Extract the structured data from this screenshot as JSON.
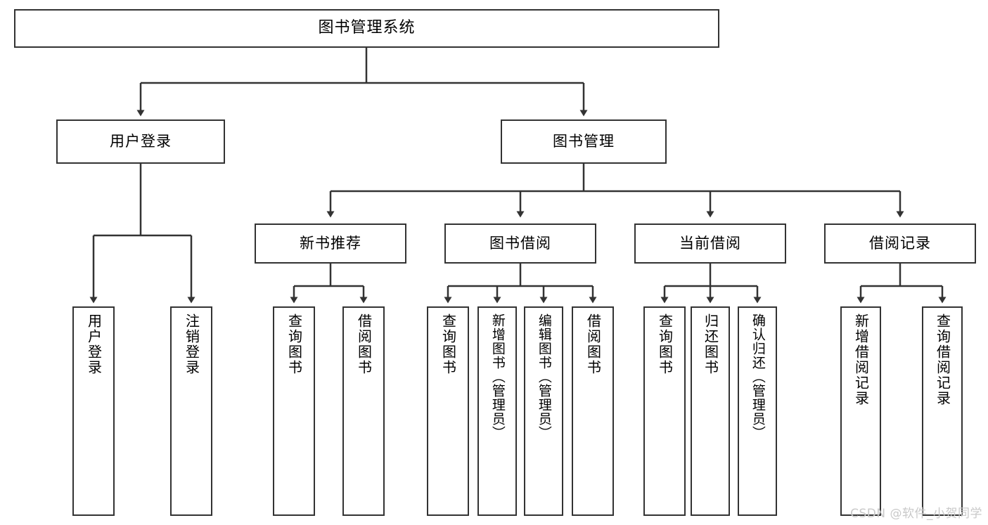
{
  "diagram": {
    "type": "tree-hierarchy-diagram",
    "root": {
      "label": "图书管理系统"
    },
    "level1": [
      {
        "label": "用户登录"
      },
      {
        "label": "图书管理"
      }
    ],
    "level2": [
      {
        "label": "新书推荐"
      },
      {
        "label": "图书借阅"
      },
      {
        "label": "当前借阅"
      },
      {
        "label": "借阅记录"
      }
    ],
    "leaves_user_login": [
      {
        "label": "用户登录"
      },
      {
        "label": "注销登录"
      }
    ],
    "leaves_new_book": [
      {
        "label": "查询图书"
      },
      {
        "label": "借阅图书"
      }
    ],
    "leaves_borrow": [
      {
        "label": "查询图书"
      },
      {
        "label": "新增图书（管理员）"
      },
      {
        "label": "编辑图书（管理员）"
      },
      {
        "label": "借阅图书"
      }
    ],
    "leaves_current": [
      {
        "label": "查询图书"
      },
      {
        "label": "归还图书"
      },
      {
        "label": "确认归还（管理员）"
      }
    ],
    "leaves_records": [
      {
        "label": "新增借阅记录"
      },
      {
        "label": "查询借阅记录"
      }
    ]
  },
  "watermark": {
    "text": "CSDN @软件_小贺同学"
  },
  "colors": {
    "border": "#333333",
    "background": "#ffffff",
    "text": "#000000",
    "watermark": "#c9c9c9"
  }
}
